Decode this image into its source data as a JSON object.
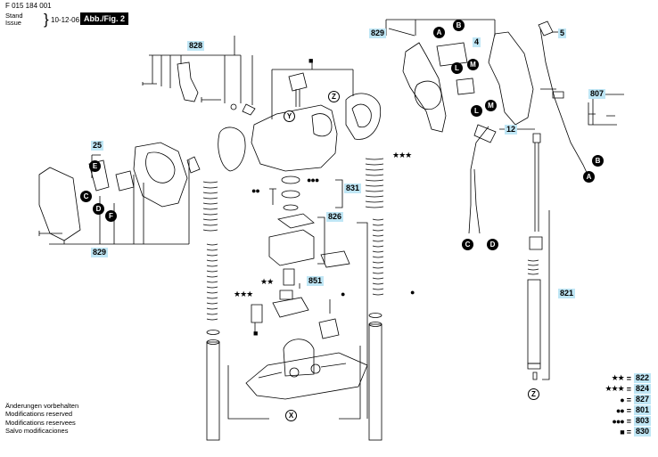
{
  "header": {
    "doc_number": "F 015 184 001",
    "stand_label": "Stand",
    "issue_label": "Issue",
    "date": "10-12-06",
    "figure_label": "Abb./Fig. 2"
  },
  "part_labels": {
    "p828": "828",
    "p829_top": "829",
    "p5": "5",
    "p4": "4",
    "p12": "12",
    "p807": "807",
    "p25": "25",
    "p829_bottom": "829",
    "p831": "831",
    "p826": "826",
    "p851": "851",
    "p821": "821"
  },
  "callouts": {
    "A1": "A",
    "B1": "B",
    "L1": "L",
    "M1": "M",
    "L2": "L",
    "M2": "M",
    "B2": "B",
    "A2": "A",
    "E": "E",
    "C1": "C",
    "D1": "D",
    "F": "F",
    "C2": "C",
    "D2": "D",
    "Y": "Y",
    "Z1": "Z",
    "Z2": "Z",
    "X": "X"
  },
  "legend": [
    {
      "symbol": "★★",
      "code": "822"
    },
    {
      "symbol": "★★★",
      "code": "824"
    },
    {
      "symbol": "●",
      "code": "827"
    },
    {
      "symbol": "●●",
      "code": "801"
    },
    {
      "symbol": "●●●",
      "code": "803"
    },
    {
      "symbol": "■",
      "code": "830"
    }
  ],
  "notes": [
    "Änderungen vorbehalten",
    "Modifications reserved",
    "Modifications reservees",
    "Salvo modificaciones"
  ],
  "marks": {
    "square_top": "■",
    "stars3_right": "★★★",
    "dots2_left": "●●",
    "dots3_mid": "●●●",
    "stars2_mid": "★★",
    "stars3_left": "★★★",
    "dot_right": "●",
    "dot_mid": "●",
    "square_left": "■"
  }
}
